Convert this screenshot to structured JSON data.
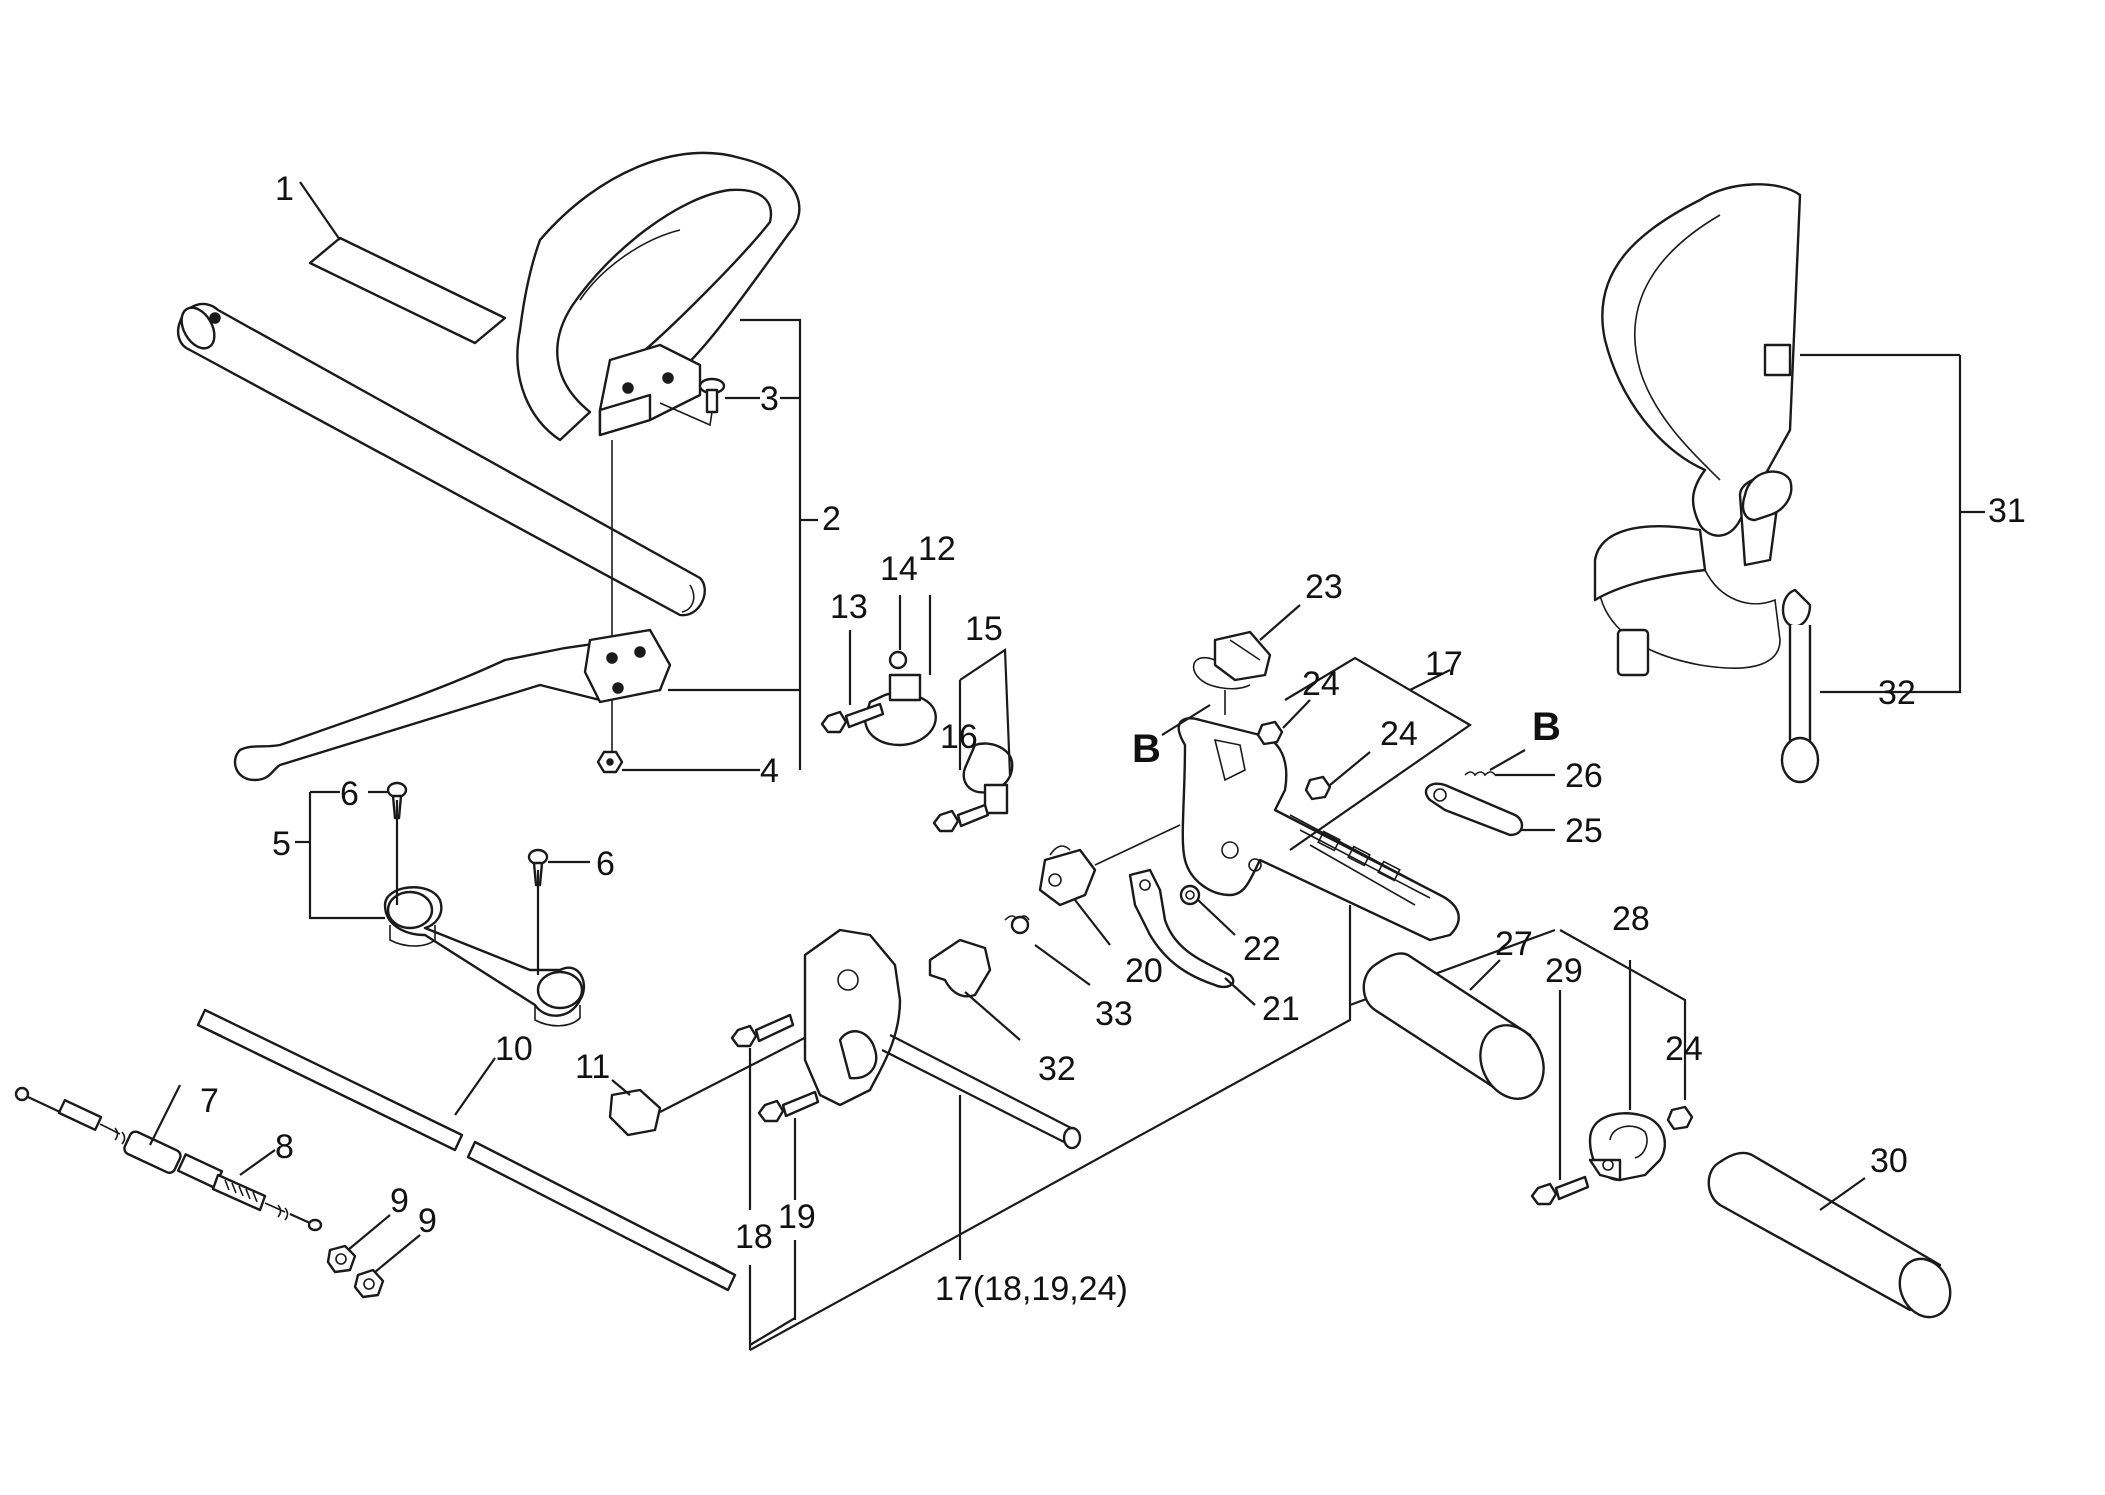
{
  "callouts": {
    "c1": "1",
    "c2": "2",
    "c3": "3",
    "c4": "4",
    "c5": "5",
    "c6a": "6",
    "c6b": "6",
    "c7": "7",
    "c8": "8",
    "c9a": "9",
    "c9b": "9",
    "c10": "10",
    "c11": "11",
    "c12": "12",
    "c13": "13",
    "c14": "14",
    "c15": "15",
    "c16": "16",
    "c17a": "17",
    "c17b": "17(18,19,24)",
    "c18": "18",
    "c19": "19",
    "c20": "20",
    "c21": "21",
    "c22": "22",
    "c23": "23",
    "c24a": "24",
    "c24b": "24",
    "c24c": "24",
    "c25": "25",
    "c26": "26",
    "c27": "27",
    "c28": "28",
    "c29": "29",
    "c30": "30",
    "c31": "31",
    "c32a": "32",
    "c32b": "32",
    "c33": "33",
    "bA": "B",
    "bB": "B"
  }
}
